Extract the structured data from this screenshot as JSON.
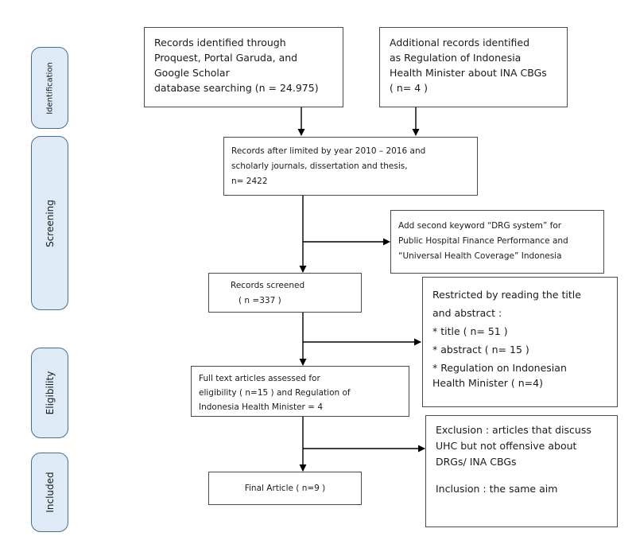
{
  "phases": {
    "identification": "Identification",
    "screening": "Screening",
    "eligibility": "Eligibility",
    "included": "Included"
  },
  "identification": {
    "database_records": [
      "Records identified through",
      "Proquest, Portal Garuda, and",
      "Google Scholar",
      "database searching (n = 24.975)"
    ],
    "additional_records": [
      "Additional records identified",
      "as Regulation of Indonesia",
      "Health Minister about INA CBGs",
      "( n= 4 )"
    ]
  },
  "screening": {
    "limited_records": [
      "Records after limited by year 2010 – 2016 and",
      "scholarly journals, dissertation and thesis,",
      "n= 2422"
    ],
    "second_keyword": [
      "Add second keyword “DRG system” for",
      "Public Hospital Finance Performance and",
      "“Universal Health Coverage” Indonesia"
    ],
    "records_screened": [
      "Records screened",
      "( n =337 )"
    ]
  },
  "eligibility": {
    "restricted": [
      "Restricted by reading the title",
      "and abstract :",
      "* title ( n= 51 )",
      "* abstract ( n= 15 )",
      "* Regulation on Indonesian",
      "Health Minister ( n=4)"
    ],
    "full_text": [
      "Full text articles assessed for",
      "eligibility ( n=15 ) and Regulation of",
      "Indonesia Health Minister = 4"
    ]
  },
  "included": {
    "exclusion": [
      "Exclusion : articles that discuss",
      "UHC but not offensive about",
      "DRGs/ INA CBGs",
      "Inclusion : the same aim"
    ],
    "final_article": "Final Article ( n=9 )"
  },
  "colors": {
    "phase_fill": "#deebf7",
    "phase_border": "#4a6d8c",
    "box_border": "#4a4a4a",
    "arrow": "#000000"
  }
}
